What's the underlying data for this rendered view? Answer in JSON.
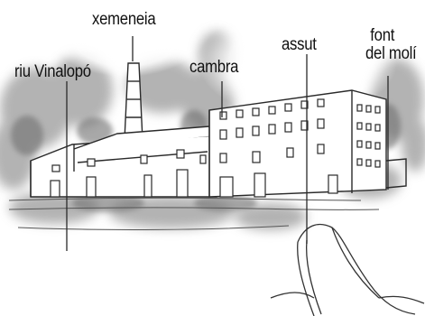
{
  "labels": {
    "chimney": "xemeneia",
    "river": "riu Vinalopó",
    "chamber": "cambra",
    "weir": "assut",
    "spring_line1": "font",
    "spring_line2": "del molí"
  },
  "colors": {
    "ink": "#2a2a2a",
    "vegetation": "#8f8f8f",
    "background": "#ffffff"
  }
}
